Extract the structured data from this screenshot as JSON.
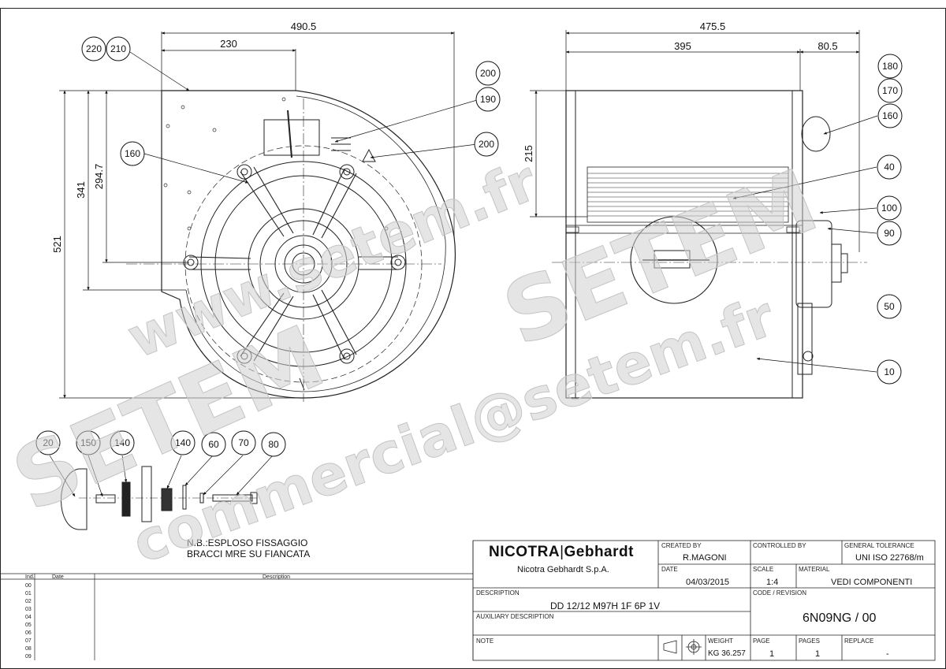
{
  "dimensions": {
    "left_width": "490.5",
    "left_inner": "230",
    "left_h1": "294.7",
    "left_h2": "341",
    "left_h3": "521",
    "right_width": "475.5",
    "right_inner": "395",
    "right_side": "80.5",
    "right_h": "215"
  },
  "balloons": {
    "b220": "220",
    "b210": "210",
    "b200a": "200",
    "b190": "190",
    "b200b": "200",
    "b160a": "160",
    "b180": "180",
    "b170": "170",
    "b160b": "160",
    "b40": "40",
    "b100": "100",
    "b90": "90",
    "b50": "50",
    "b10": "10",
    "b20": "20",
    "b150": "150",
    "b140a": "140",
    "b140b": "140",
    "b60": "60",
    "b70": "70",
    "b80": "80"
  },
  "note_lines": [
    "N.B.:ESPLOSO FISSAGGIO",
    "BRACCI MRE SU FIANCATA"
  ],
  "watermarks": [
    "www.setem.fr",
    "SETEM",
    "SETEM",
    "commercial@setem.fr"
  ],
  "revision": {
    "headers": {
      "ind": "Ind.",
      "date": "Date",
      "description": "Description"
    },
    "rows": [
      "00",
      "01",
      "02",
      "03",
      "04",
      "05",
      "06",
      "07",
      "08",
      "09"
    ]
  },
  "title_block": {
    "logo_left": "NICOTRA",
    "logo_right": "Gebhardt",
    "company": "Nicotra Gebhardt S.p.A.",
    "created_by_label": "CREATED BY",
    "created_by": "R.MAGONI",
    "controlled_by_label": "CONTROLLED BY",
    "general_tolerance_label": "GENERAL TOLERANCE",
    "general_tolerance": "UNI ISO 22768/m",
    "date_label": "DATE",
    "date": "04/03/2015",
    "scale_label": "SCALE",
    "scale": "1:4",
    "material_label": "MATERIAL",
    "material": "VEDI COMPONENTI",
    "description_label": "DESCRIPTION",
    "description": "DD 12/12 M97H 1F 6P 1V",
    "code_label": "CODE / REVISION",
    "code": "6N09NG / 00",
    "aux_label": "AUXILIARY DESCRIPTION",
    "note_label": "NOTE",
    "weight_label": "WEIGHT",
    "weight": "KG 36.257",
    "page_label": "PAGE",
    "page": "1",
    "pages_label": "PAGES",
    "pages": "1",
    "replace_label": "REPLACE",
    "replace": "-"
  }
}
